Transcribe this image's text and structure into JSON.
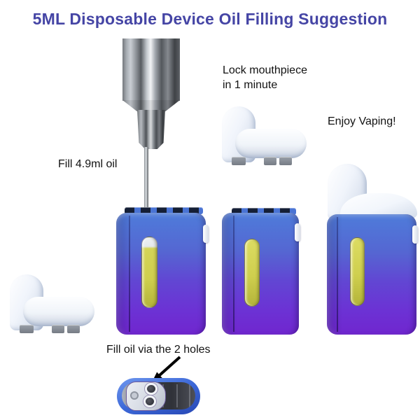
{
  "title": "5ML Disposable Device Oil Filling Suggestion",
  "labels": {
    "fill_oil": "Fill 4.9ml oil",
    "lock_mouthpiece_line1": "Lock mouthpiece",
    "lock_mouthpiece_line2": "in 1 minute",
    "enjoy_vaping": "Enjoy Vaping!",
    "fill_holes": "Fill oil via the 2 holes"
  },
  "colors": {
    "title_text": "#4545a5",
    "label_text": "#121212",
    "device_gradient_top": "#4e7cda",
    "device_gradient_bottom": "#7026cf",
    "oil_window_yellow": "#cfcf4e",
    "oil_window_air_gap": "#e8ecef",
    "mouthpiece_white": "#f0f4fb",
    "base_ring_blue": "#3c68d8",
    "base_interior_dark": "#34363e",
    "syringe_metal_gray": "#9aa0a6",
    "arrow_black": "#000000"
  },
  "diagram_steps": [
    {
      "step": 1,
      "text": "Fill 4.9ml oil"
    },
    {
      "step": 2,
      "text": "Lock mouthpiece in 1 minute"
    },
    {
      "step": 3,
      "text": "Enjoy Vaping!"
    },
    {
      "step": 4,
      "text": "Fill oil via the 2 holes"
    }
  ]
}
